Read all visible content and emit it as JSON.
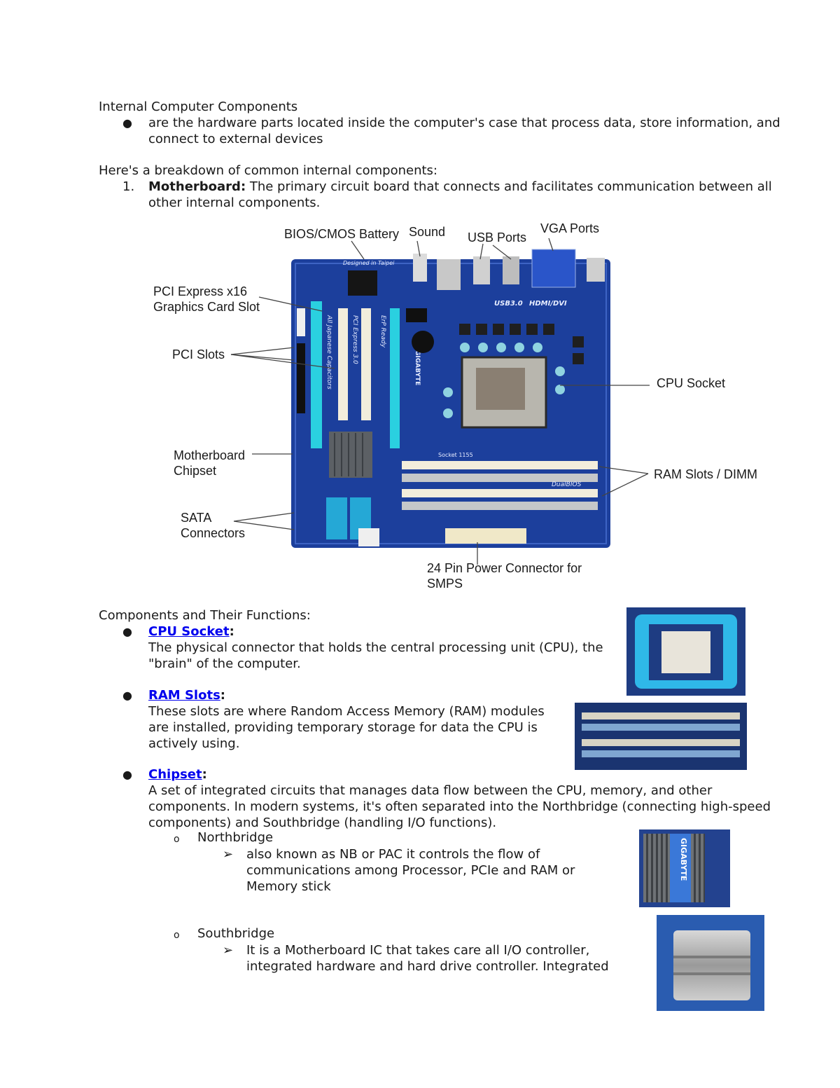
{
  "heading": "Internal Computer Components",
  "intro_bullet": {
    "line1": "are the hardware parts located inside the computer's case that process data, store information, and",
    "line2": "connect to external devices"
  },
  "breakdown_intro": "Here's a breakdown of common internal components:",
  "item1": {
    "number": "1.",
    "term": "Motherboard:",
    "line1": " The primary circuit board that connects and facilitates communication between all",
    "line2": "other internal components."
  },
  "diagram": {
    "labels": {
      "bios": "BIOS/CMOS Battery",
      "sound": "Sound",
      "usb": "USB Ports",
      "vga": "VGA Ports",
      "pcie_line1": "PCI Express x16",
      "pcie_line2": "Graphics Card Slot",
      "pci": "PCI Slots",
      "cpu_socket": "CPU Socket",
      "chipset_line1": "Motherboard",
      "chipset_line2": "Chipset",
      "ram": "RAM Slots / DIMM",
      "sata_line1": "SATA",
      "sata_line2": "Connectors",
      "power_line1": "24 Pin Power Connector for",
      "power_line2": "SMPS"
    },
    "board_print": {
      "top": "Designed in Taipei",
      "usb": "USB3.0",
      "hdmi": "HDMI/DVI",
      "brand": "GIGABYTE",
      "pcie": "PCI Express 3.0",
      "erp": "ErP Ready",
      "caps": "All Japanese Capacitors",
      "dualbios": "DualBIOS",
      "socket": "Socket 1155"
    }
  },
  "functions": {
    "title": "Components and Their Functions:",
    "cpu": {
      "term": "CPU Socket",
      "colon": ":",
      "line1": "The physical connector that holds the central processing unit (CPU), the",
      "line2": "\"brain\" of the computer."
    },
    "ram": {
      "term": "RAM Slots",
      "colon": ":",
      "line1": "These slots are where Random Access Memory (RAM) modules",
      "line2": "are installed, providing temporary storage for data the CPU is",
      "line3": "actively using."
    },
    "chipset": {
      "term": "Chipset",
      "colon": ":",
      "line1": "A set of integrated circuits that manages data flow between the CPU, memory, and other",
      "line2": "components. In modern systems, it's often separated into the Northbridge (connecting high-speed",
      "line3": "components) and Southbridge (handling I/O functions)."
    },
    "northbridge": {
      "title": "Northbridge",
      "line1": "also known as NB or PAC it controls the flow of",
      "line2": "communications among Processor, PCIe and RAM or",
      "line3": "Memory stick"
    },
    "southbridge": {
      "title": "Southbridge",
      "line1": "It is a Motherboard IC that takes care all I/O controller,",
      "line2": "integrated hardware and hard drive controller. Integrated"
    },
    "photo_print": {
      "brand": "GIGABYTE"
    }
  },
  "colors": {
    "board": "#1c3f9c",
    "link": "#0000ee"
  }
}
